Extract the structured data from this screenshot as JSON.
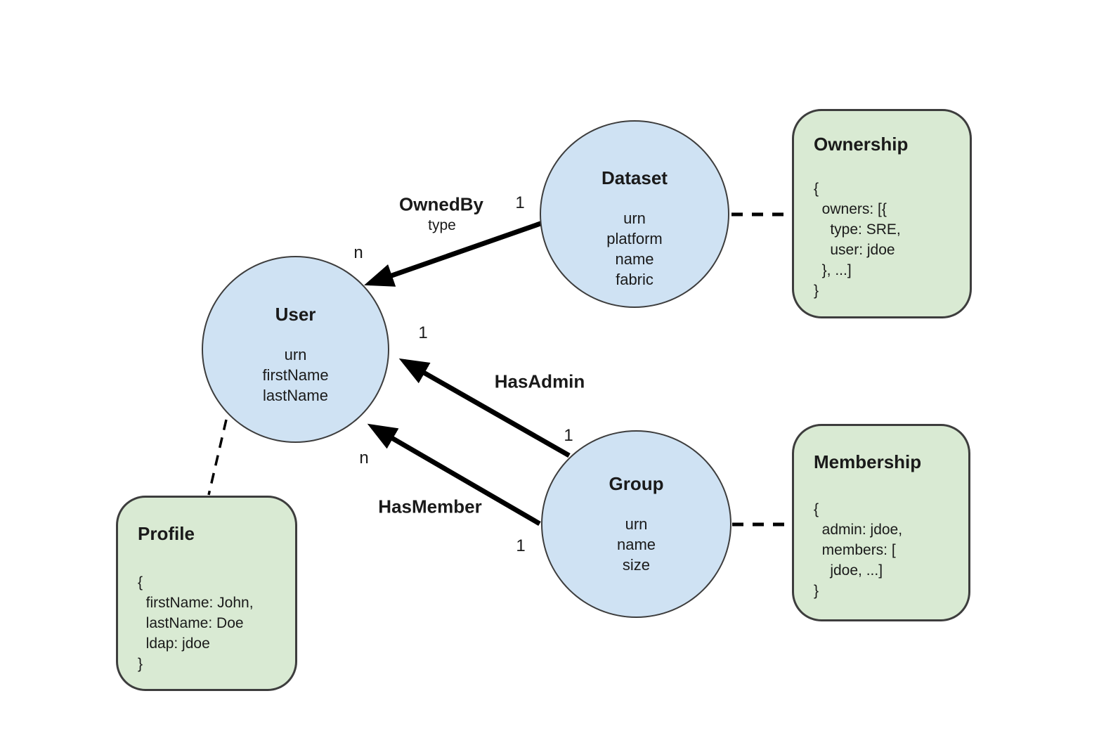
{
  "diagram": {
    "colors": {
      "entity_fill": "#cfe2f3",
      "aspect_fill": "#d9ead3",
      "node_stroke": "#3d3d3d",
      "edge_color": "#000000"
    },
    "entities": [
      {
        "title": "Dataset",
        "attributes": [
          "urn",
          "platform",
          "name",
          "fabric"
        ]
      },
      {
        "title": "User",
        "attributes": [
          "urn",
          "firstName",
          "lastName"
        ]
      },
      {
        "title": "Group",
        "attributes": [
          "urn",
          "name",
          "size"
        ]
      }
    ],
    "aspects": [
      {
        "title": "Ownership",
        "attached_to": "Dataset",
        "lines": [
          "{",
          "  owners: [{",
          "    type: SRE,",
          "    user: jdoe",
          "  }, ...]",
          "}"
        ]
      },
      {
        "title": "Membership",
        "attached_to": "Group",
        "lines": [
          "{",
          "  admin: jdoe,",
          "  members: [",
          "    jdoe, ...]",
          "}"
        ]
      },
      {
        "title": "Profile",
        "attached_to": "User",
        "lines": [
          "{",
          "  firstName: John,",
          "  lastName: Doe",
          "  ldap: jdoe",
          "}"
        ]
      }
    ],
    "edges": [
      {
        "label": "OwnedBy",
        "sublabel": "type",
        "source": "Dataset",
        "target": "User",
        "source_cardinality": "1",
        "target_cardinality": "n"
      },
      {
        "label": "HasAdmin",
        "source": "Group",
        "target": "User",
        "source_cardinality": "1",
        "target_cardinality": "1"
      },
      {
        "label": "HasMember",
        "source": "Group",
        "target": "User",
        "source_cardinality": "1",
        "target_cardinality": "n"
      }
    ]
  }
}
